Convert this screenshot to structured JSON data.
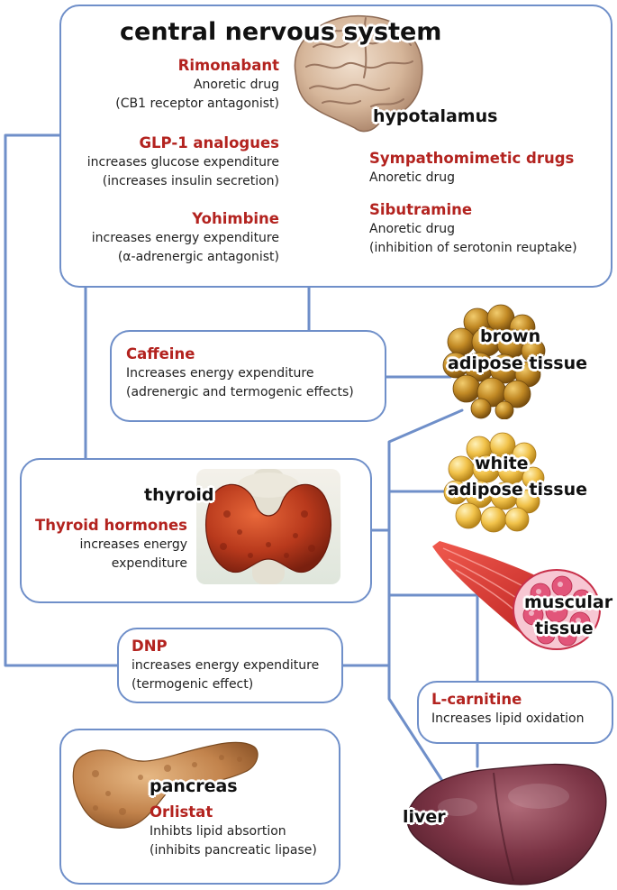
{
  "labels": {
    "cns": "central nervous system",
    "hypothalamus": "hypotalamus",
    "brown_line1": "brown",
    "brown_line2": "adipose tissue",
    "white_line1": "white",
    "white_line2": "adipose tissue",
    "thyroid": "thyroid",
    "muscular_line1": "muscular",
    "muscular_line2": "tissue",
    "pancreas": "pancreas",
    "liver": "liver"
  },
  "drugs": {
    "rimonabant": {
      "name": "Rimonabant",
      "line1": "Anoretic drug",
      "line2": "(CB1 receptor antagonist)"
    },
    "glp1": {
      "name": "GLP-1 analogues",
      "line1": "increases glucose expenditure",
      "line2": "(increases insulin secretion)"
    },
    "yohimbine": {
      "name": "Yohimbine",
      "line1": "increases energy expenditure",
      "line2": "(α-adrenergic antagonist)"
    },
    "sympathomimetic": {
      "name": "Sympathomimetic drugs",
      "line1": "Anoretic drug"
    },
    "sibutramine": {
      "name": "Sibutramine",
      "line1": "Anoretic drug",
      "line2": "(inhibition of serotonin reuptake)"
    },
    "caffeine": {
      "name": "Caffeine",
      "line1": "Increases energy expenditure",
      "line2": "(adrenergic and termogenic effects)"
    },
    "thyroid_hormones": {
      "name": "Thyroid hormones",
      "line1": "increases energy",
      "line2": "expenditure"
    },
    "dnp": {
      "name": "DNP",
      "line1": "increases energy expenditure",
      "line2": "(termogenic effect)"
    },
    "lcarnitine": {
      "name": "L-carnitine",
      "line1": "Increases lipid oxidation"
    },
    "orlistat": {
      "name": "Orlistat",
      "line1": "Inhibts lipid absortion",
      "line2": "(inhibits pancreatic lipase)"
    }
  },
  "colors": {
    "connector": "#6f8fc9",
    "drug_name": "#b3231f",
    "text": "#222222"
  },
  "icons": [
    "brain-icon",
    "brown-fat-icon",
    "white-fat-icon",
    "thyroid-icon",
    "muscle-icon",
    "pancreas-icon",
    "liver-icon"
  ]
}
